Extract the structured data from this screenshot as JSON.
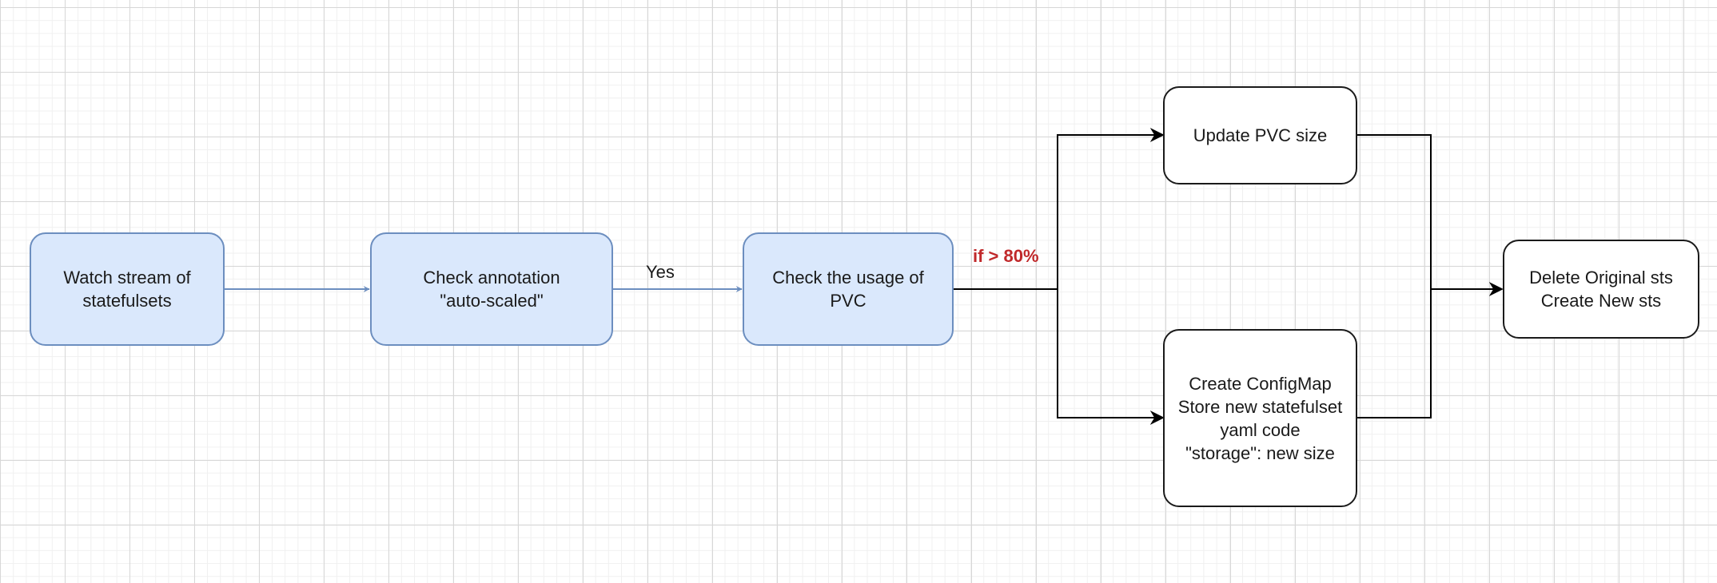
{
  "nodes": {
    "watch_stream": "Watch stream of\nstatefulsets",
    "check_annotation": "Check annotation\n\"auto-scaled\"",
    "check_usage": "Check the usage of\nPVC",
    "update_pvc": "Update PVC size",
    "create_configmap": "Create ConfigMap\nStore new statefulset\nyaml code\n\"storage\": new size",
    "delete_create": "Delete Original sts\nCreate New sts"
  },
  "edge_labels": {
    "yes": "Yes",
    "threshold": "if > 80%"
  },
  "colors": {
    "process_fill": "#dae8fc",
    "process_stroke": "#6c8ebf",
    "action_stroke": "#1a1a1a",
    "condition_text": "#c0282a"
  }
}
